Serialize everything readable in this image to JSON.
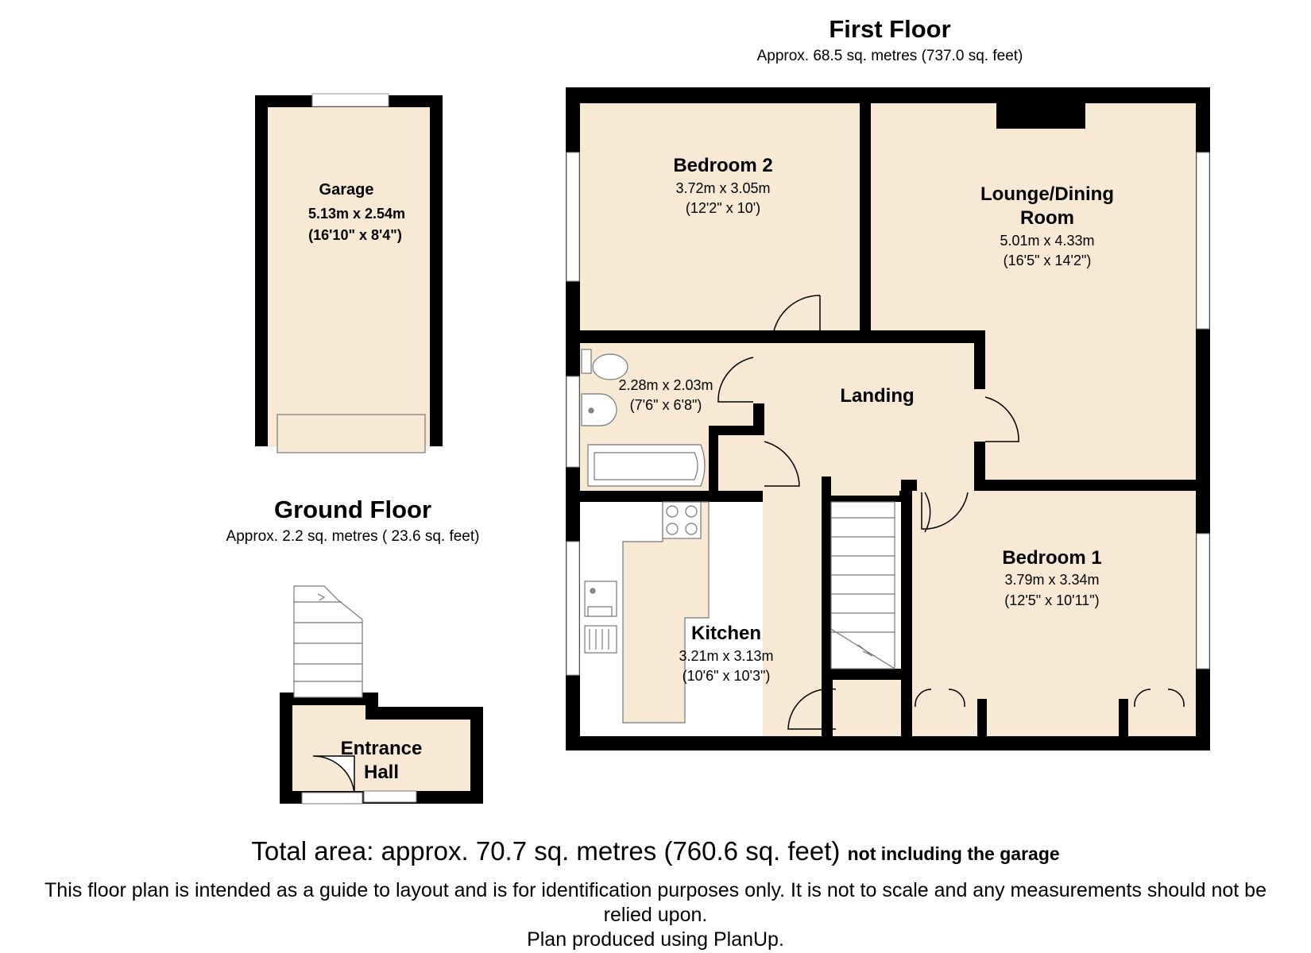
{
  "first_floor": {
    "title": "First Floor",
    "area": "Approx.  68.5 sq. metres (737.0 sq. feet)"
  },
  "ground_floor": {
    "title": "Ground Floor",
    "area": "Approx.   2.2 sq. metres ( 23.6 sq. feet)"
  },
  "rooms": {
    "garage": {
      "name": "Garage",
      "metric": "5.13m x 2.54m",
      "imperial": "(16'10\" x 8'4\")"
    },
    "bedroom2": {
      "name": "Bedroom 2",
      "metric": "3.72m x 3.05m",
      "imperial": "(12'2\" x 10')"
    },
    "lounge": {
      "name_line1": "Lounge/Dining",
      "name_line2": "Room",
      "metric": "5.01m x 4.33m",
      "imperial": "(16'5\" x 14'2\")"
    },
    "bathroom": {
      "metric": "2.28m x 2.03m",
      "imperial": "(7'6\" x 6'8\")"
    },
    "landing": {
      "name": "Landing"
    },
    "bedroom1": {
      "name": "Bedroom 1",
      "metric": "3.79m x 3.34m",
      "imperial": "(12'5\" x 10'11\")"
    },
    "kitchen": {
      "name": "Kitchen",
      "metric": "3.21m x 3.13m",
      "imperial": "(10'6\" x 10'3\")"
    },
    "entrance": {
      "name_line1": "Entrance",
      "name_line2": "Hall"
    }
  },
  "totals": {
    "total_area": "Total area: approx.  70.7 sq. metres (760.6 sq. feet)",
    "note": "not including the garage"
  },
  "disclaimer": {
    "text": "This floor plan is intended as a guide to layout and is for identification purposes only. It is not to scale and any measurements should not be relied upon.",
    "produced_by": "Plan produced using PlanUp."
  },
  "colors": {
    "room_fill": "#f8e9d4",
    "wall": "#000000",
    "window": "#ffffff"
  }
}
